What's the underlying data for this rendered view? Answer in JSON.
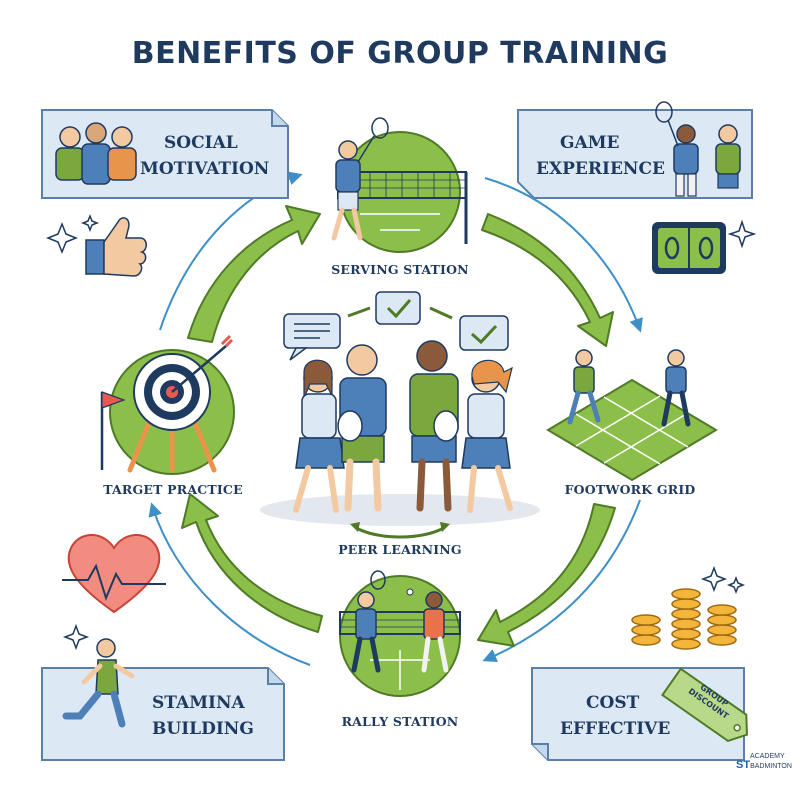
{
  "title": "BENEFITS OF GROUP TRAINING",
  "cards": {
    "social": {
      "line1": "SOCIAL",
      "line2": "MOTIVATION"
    },
    "game": {
      "line1": "GAME",
      "line2": "EXPERIENCE"
    },
    "stamina": {
      "line1": "STAMINA",
      "line2": "BUILDING"
    },
    "cost": {
      "line1": "COST",
      "line2": "EFFECTIVE",
      "tag_line1": "GROUP",
      "tag_line2": "DISCOUNT"
    }
  },
  "stations": {
    "serving": "SERVING STATION",
    "footwork": "FOOTWORK GRID",
    "rally": "RALLY STATION",
    "target": "TARGET PRACTICE",
    "peer": "PEER LEARNING"
  },
  "logo": {
    "line1": "ACADEMY",
    "line2": "ST",
    "line3": "BADMINTON"
  },
  "colors": {
    "navy": "#1f3a5f",
    "green": "#8cbf4a",
    "dark_green": "#4f7a26",
    "light_blue": "#dce9f5",
    "card_border": "#5b7fa6",
    "accent_red": "#e85a4f"
  }
}
